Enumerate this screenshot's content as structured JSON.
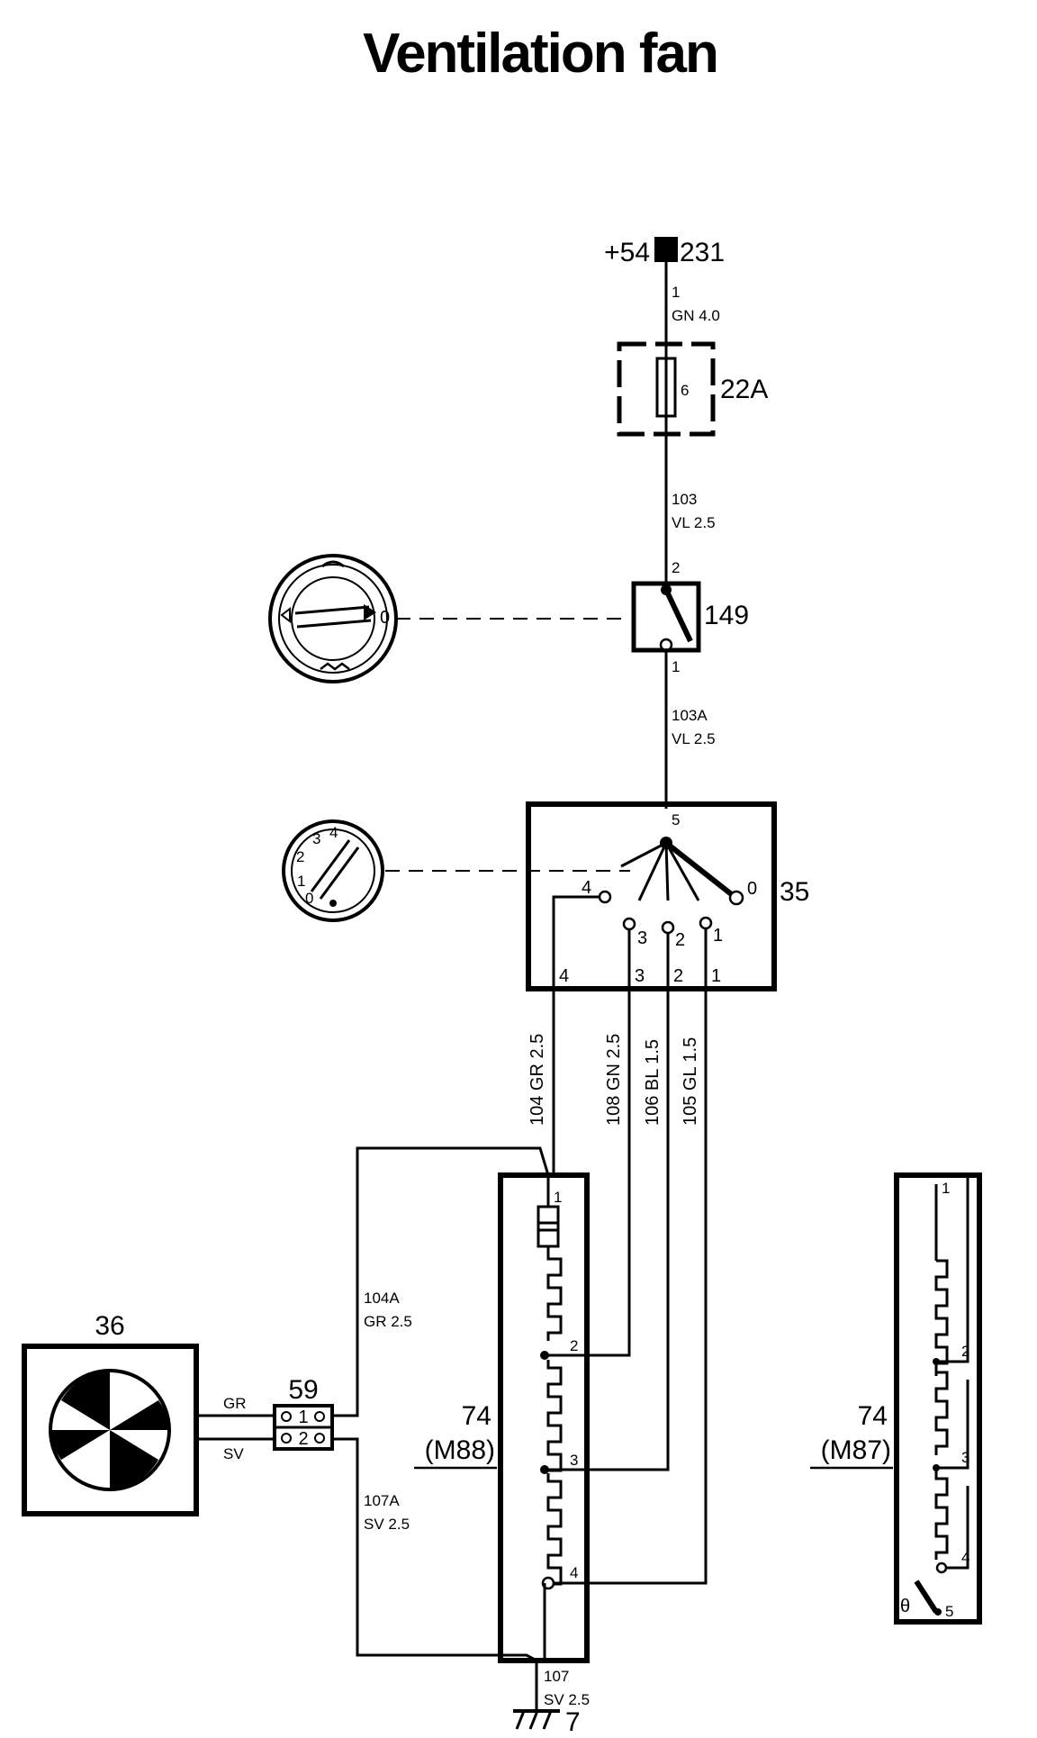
{
  "title": "Ventilation fan",
  "supply": {
    "label": "+54",
    "ref": "231"
  },
  "fuse": {
    "id": "22A",
    "pin": "6",
    "wire_in": {
      "num": "1",
      "spec": "GN  4.0"
    }
  },
  "switch_149": {
    "id": "149",
    "pin_top": "2",
    "pin_bottom": "1",
    "wire_in": {
      "num": "103",
      "spec": "VL  2.5"
    },
    "wire_out": {
      "num": "103A",
      "spec": "VL  2.5"
    },
    "knob_value": "0"
  },
  "switch_35": {
    "id": "35",
    "pin_in": "5",
    "positions": [
      "0",
      "1",
      "2",
      "3",
      "4"
    ],
    "knob_marks": [
      "0",
      "1",
      "2",
      "3",
      "4"
    ]
  },
  "wires_down": [
    "104  GR  2.5",
    "108  GN  2.5",
    "106  BL  1.5",
    "105  GL  1.5"
  ],
  "terminals_35": [
    "4",
    "3",
    "2",
    "1"
  ],
  "fan": {
    "id": "36"
  },
  "connector": {
    "id": "59",
    "pins": [
      "1",
      "2"
    ],
    "wire_gr": "GR",
    "wire_sv": "SV"
  },
  "wire_104a": {
    "num": "104A",
    "spec": "GR  2.5"
  },
  "wire_107a": {
    "num": "107A",
    "spec": "SV  2.5"
  },
  "resistor_m88": {
    "id": "74",
    "variant": "(M88)",
    "pins": [
      "1",
      "2",
      "3",
      "4"
    ]
  },
  "resistor_m87": {
    "id": "74",
    "variant": "(M87)",
    "pins": [
      "1",
      "2",
      "3",
      "4",
      "5"
    ],
    "thermal_symbol": "θ"
  },
  "ground": {
    "wire": {
      "num": "107",
      "spec": "SV  2.5"
    },
    "ref": "7"
  }
}
